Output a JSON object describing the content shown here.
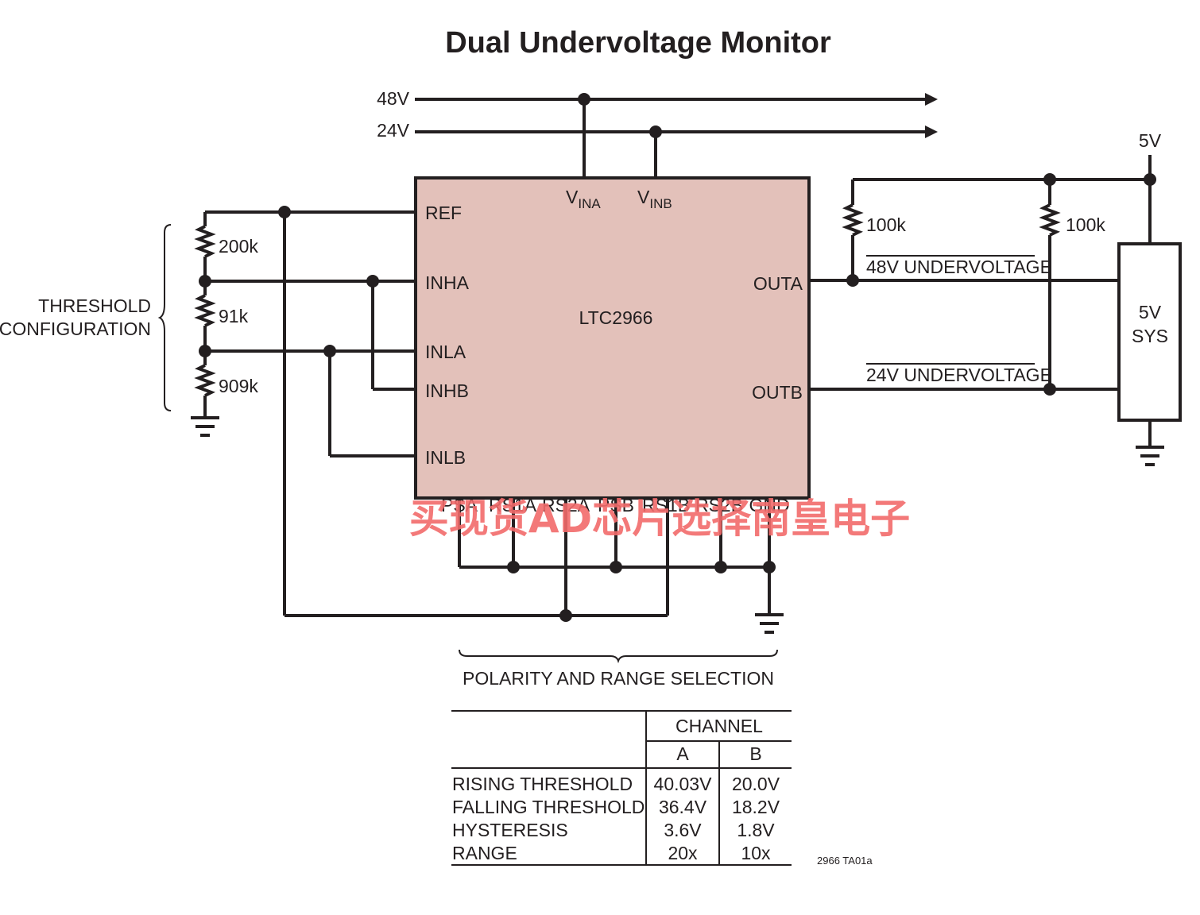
{
  "title": "Dual Undervoltage Monitor",
  "rails": {
    "v48": "48V",
    "v24": "24V",
    "v5": "5V"
  },
  "chip": {
    "name": "LTC2966",
    "pins_left": [
      "REF",
      "INHA",
      "INLA",
      "INHB",
      "INLB"
    ],
    "pin_vina_main": "V",
    "pin_vina_sub": "INA",
    "pin_vinb_main": "V",
    "pin_vinb_sub": "INB",
    "pin_outa": "OUTA",
    "pin_outb": "OUTB",
    "pins_bottom": [
      "PSA",
      "RS1A",
      "RS2A",
      "PSB",
      "RS1B",
      "RS2B",
      "GND"
    ]
  },
  "resistors": {
    "r1": "200k",
    "r2": "91k",
    "r3": "909k",
    "pullup_a": "100k",
    "pullup_b": "100k"
  },
  "threshold_label": [
    "THRESHOLD",
    "CONFIGURATION"
  ],
  "signals": {
    "outa": "48V UNDERVOLTAGE",
    "outb": "24V UNDERVOLTAGE"
  },
  "sys_box": [
    "5V",
    "SYS"
  ],
  "polarity_label": "POLARITY AND RANGE SELECTION",
  "table": {
    "header": "CHANNEL",
    "columns": [
      "A",
      "B"
    ],
    "rows": [
      {
        "label": "RISING THRESHOLD",
        "a": "40.03V",
        "b": "20.0V"
      },
      {
        "label": "FALLING THRESHOLD",
        "a": "36.4V",
        "b": "18.2V"
      },
      {
        "label": "HYSTERESIS",
        "a": "3.6V",
        "b": "1.8V"
      },
      {
        "label": "RANGE",
        "a": "20x",
        "b": "10x"
      }
    ]
  },
  "figure_code": "2966 TA01a",
  "watermark": "买现货AD芯片选择南皇电子"
}
